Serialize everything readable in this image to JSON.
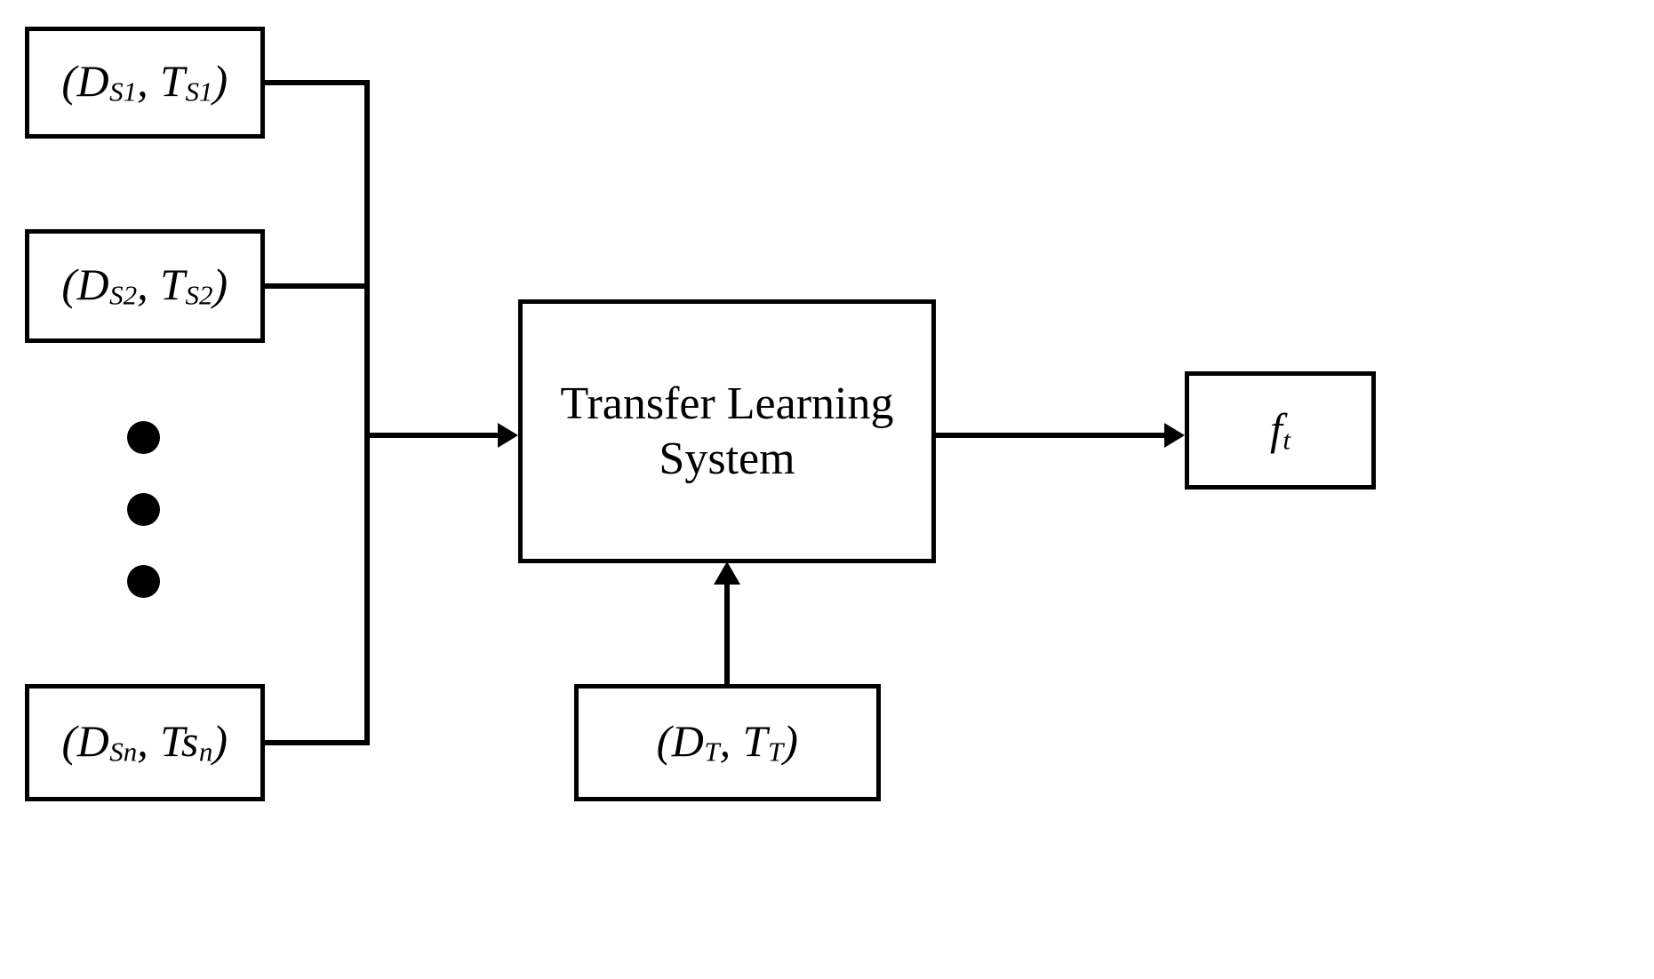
{
  "diagram": {
    "title": "Transfer Learning System block diagram",
    "background_color": "#ffffff",
    "line_color": "#000000",
    "nodes": {
      "source_1": {
        "label": "(D",
        "sub_1": "S1",
        "mid": ", T",
        "sub_2": "S1",
        "close": ")"
      },
      "source_2": {
        "label": "(D",
        "sub_1": "S2",
        "mid": ", T",
        "sub_2": "S2",
        "close": ")"
      },
      "source_n": {
        "label": "(D",
        "sub_1": "Sn",
        "mid": ", Ts",
        "sub_2": "n",
        "close": ")"
      },
      "system": {
        "label": "Transfer Learning\nSystem"
      },
      "target": {
        "label": "(D",
        "sub_1": "T",
        "mid": ", T",
        "sub_2": "T",
        "close": ")"
      },
      "output": {
        "label": "f",
        "sub_1": "t"
      }
    },
    "vertical_ellipsis": {
      "name": "vertical-ellipsis",
      "dot_count": 3,
      "meaning": "additional source domain and task pairs"
    },
    "edges": [
      {
        "from": "source_1",
        "to": "bus",
        "style": "orthogonal",
        "arrow": false
      },
      {
        "from": "source_2",
        "to": "bus",
        "style": "orthogonal",
        "arrow": false
      },
      {
        "from": "source_n",
        "to": "bus",
        "style": "orthogonal",
        "arrow": false
      },
      {
        "from": "bus",
        "to": "system",
        "style": "straight",
        "arrow": true
      },
      {
        "from": "target",
        "to": "system",
        "style": "straight",
        "arrow": true
      },
      {
        "from": "system",
        "to": "output",
        "style": "straight",
        "arrow": true
      }
    ]
  }
}
